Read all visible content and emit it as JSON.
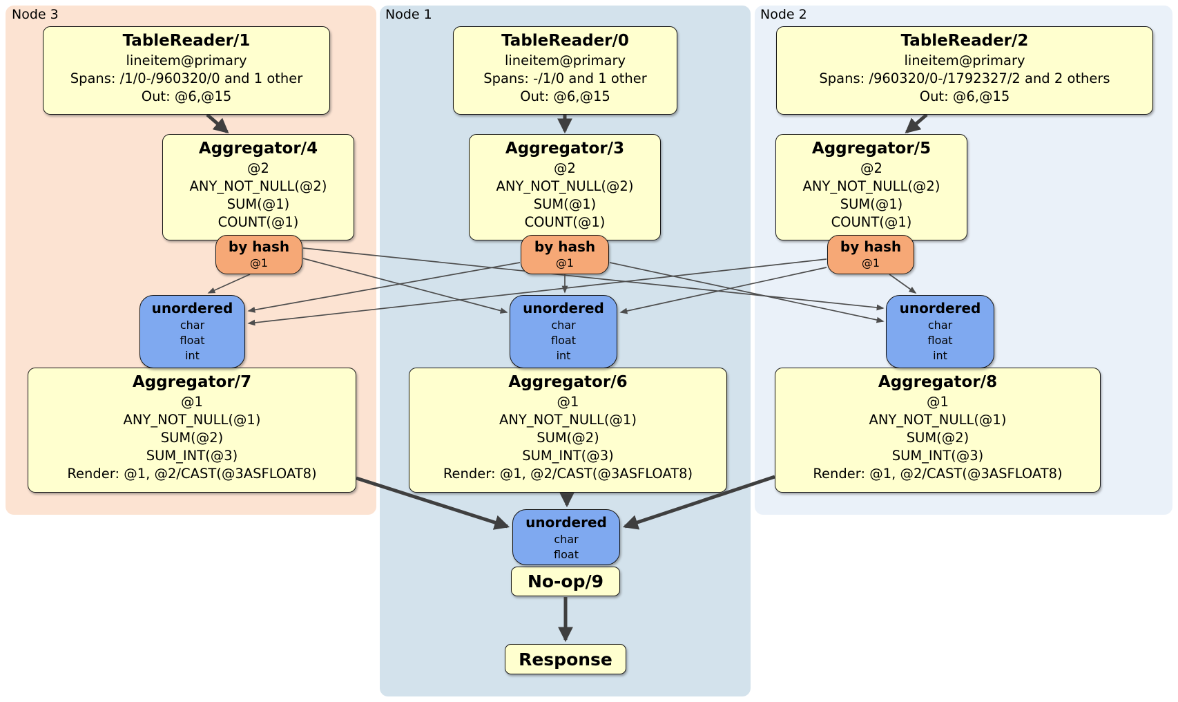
{
  "diagram": {
    "node_groups": [
      {
        "label": "Node 3"
      },
      {
        "label": "Node 1"
      },
      {
        "label": "Node 2"
      }
    ],
    "processors": {
      "tablereader1": {
        "title": "TableReader/1",
        "lines": [
          "lineitem@primary",
          "Spans: /1/0-/960320/0 and 1 other",
          "Out: @6,@15"
        ]
      },
      "tablereader0": {
        "title": "TableReader/0",
        "lines": [
          "lineitem@primary",
          "Spans: -/1/0 and 1 other",
          "Out: @6,@15"
        ]
      },
      "tablereader2": {
        "title": "TableReader/2",
        "lines": [
          "lineitem@primary",
          "Spans: /960320/0-/1792327/2 and 2 others",
          "Out: @6,@15"
        ]
      },
      "aggregator4": {
        "title": "Aggregator/4",
        "lines": [
          "@2",
          "ANY_NOT_NULL(@2)",
          "SUM(@1)",
          "COUNT(@1)"
        ]
      },
      "aggregator3": {
        "title": "Aggregator/3",
        "lines": [
          "@2",
          "ANY_NOT_NULL(@2)",
          "SUM(@1)",
          "COUNT(@1)"
        ]
      },
      "aggregator5": {
        "title": "Aggregator/5",
        "lines": [
          "@2",
          "ANY_NOT_NULL(@2)",
          "SUM(@1)",
          "COUNT(@1)"
        ]
      },
      "aggregator7": {
        "title": "Aggregator/7",
        "lines": [
          "@1",
          "ANY_NOT_NULL(@1)",
          "SUM(@2)",
          "SUM_INT(@3)",
          "Render: @1, @2/CAST(@3ASFLOAT8)"
        ]
      },
      "aggregator6": {
        "title": "Aggregator/6",
        "lines": [
          "@1",
          "ANY_NOT_NULL(@1)",
          "SUM(@2)",
          "SUM_INT(@3)",
          "Render: @1, @2/CAST(@3ASFLOAT8)"
        ]
      },
      "aggregator8": {
        "title": "Aggregator/8",
        "lines": [
          "@1",
          "ANY_NOT_NULL(@1)",
          "SUM(@2)",
          "SUM_INT(@3)",
          "Render: @1, @2/CAST(@3ASFLOAT8)"
        ]
      },
      "noop": {
        "title": "No-op/9"
      },
      "response": {
        "title": "Response"
      }
    },
    "routers": {
      "r3": {
        "title": "by hash",
        "detail": "@1"
      },
      "r1": {
        "title": "by hash",
        "detail": "@1"
      },
      "r2": {
        "title": "by hash",
        "detail": "@1"
      }
    },
    "syncs": {
      "s3": {
        "title": "unordered",
        "types": [
          "char",
          "float",
          "int"
        ]
      },
      "s1": {
        "title": "unordered",
        "types": [
          "char",
          "float",
          "int"
        ]
      },
      "s2": {
        "title": "unordered",
        "types": [
          "char",
          "float",
          "int"
        ]
      },
      "final": {
        "title": "unordered",
        "types": [
          "char",
          "float"
        ]
      }
    },
    "colors": {
      "node3_bg": "#fce3d2",
      "node1_bg": "#d3e2ec",
      "node2_bg": "#eaf1f9",
      "processor_fill": "#ffffcf",
      "router_fill": "#f6a876",
      "sync_fill": "#7fa9f0",
      "edge_thin": "#4d4d4d",
      "edge_thick": "#3f3f3f"
    }
  }
}
